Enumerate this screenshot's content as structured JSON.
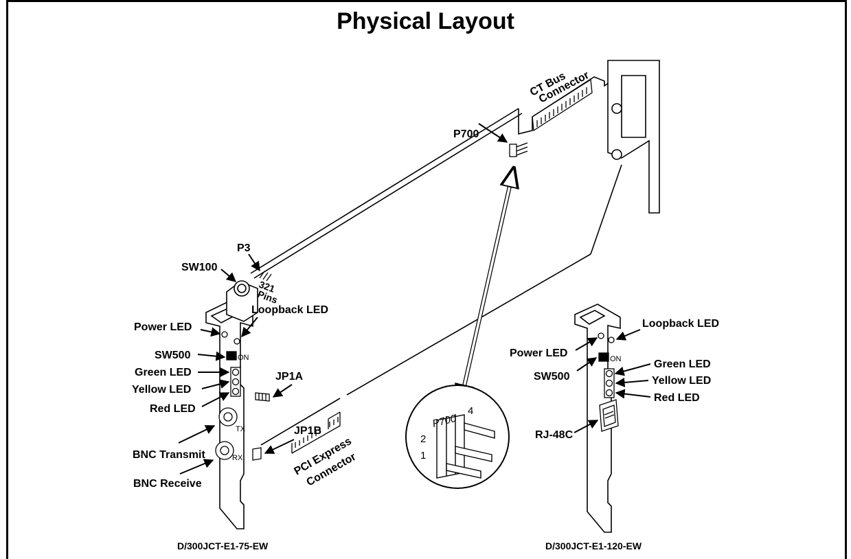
{
  "title": "Physical Layout",
  "labels": {
    "ct_bus_line1": "CT Bus",
    "ct_bus_line2": "Connector",
    "p700": "P700",
    "p3": "P3",
    "sw100": "SW100",
    "pins_digits": "321",
    "pins_word": "Pins",
    "loopback_led_left": "Loopback LED",
    "power_led_left": "Power LED",
    "sw500_left": "SW500",
    "on_left": "ON",
    "green_led_left": "Green LED",
    "yellow_led_left": "Yellow LED",
    "red_led_left": "Red LED",
    "jp1a": "JP1A",
    "jp1b": "JP1B",
    "tx": "TX",
    "rx": "RX",
    "bnc_transmit": "BNC Transmit",
    "bnc_receive": "BNC Receive",
    "pci_line1": "PCI Express",
    "pci_line2": "Connector",
    "detail_p700": "P700",
    "detail_pin4": "4",
    "detail_pin2": "2",
    "detail_pin1": "1",
    "loopback_led_right": "Loopback LED",
    "power_led_right": "Power LED",
    "sw500_right": "SW500",
    "on_right": "ON",
    "green_led_right": "Green LED",
    "yellow_led_right": "Yellow LED",
    "red_led_right": "Red LED",
    "rj48c": "RJ-48C"
  },
  "captions": {
    "left_board": "D/300JCT-E1-75-EW",
    "right_board": "D/300JCT-E1-120-EW"
  }
}
